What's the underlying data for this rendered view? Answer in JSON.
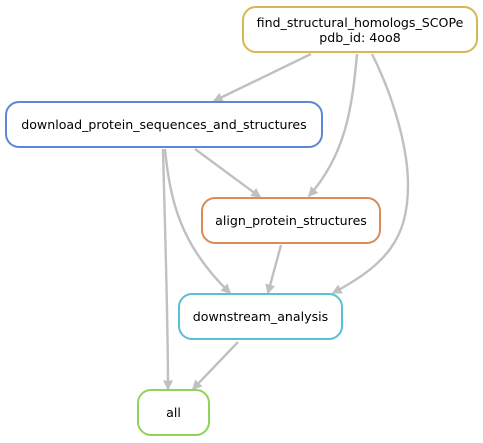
{
  "diagram": {
    "type": "directed-acyclic-graph",
    "edge_color": "#c0c0c0",
    "nodes": [
      {
        "id": "find_structural_homologs_SCOPe",
        "lines": [
          "find_structural_homologs_SCOPe",
          "pdb_id: 4oo8"
        ],
        "border_color": "#d8b653"
      },
      {
        "id": "download_protein_sequences_and_structures",
        "lines": [
          "download_protein_sequences_and_structures"
        ],
        "border_color": "#5b87d4"
      },
      {
        "id": "align_protein_structures",
        "lines": [
          "align_protein_structures"
        ],
        "border_color": "#d98c55"
      },
      {
        "id": "downstream_analysis",
        "lines": [
          "downstream_analysis"
        ],
        "border_color": "#57bfd6"
      },
      {
        "id": "all",
        "lines": [
          "all"
        ],
        "border_color": "#8ed45b"
      }
    ],
    "edges": [
      {
        "from": "find_structural_homologs_SCOPe",
        "to": "download_protein_sequences_and_structures"
      },
      {
        "from": "find_structural_homologs_SCOPe",
        "to": "align_protein_structures"
      },
      {
        "from": "find_structural_homologs_SCOPe",
        "to": "downstream_analysis"
      },
      {
        "from": "download_protein_sequences_and_structures",
        "to": "align_protein_structures"
      },
      {
        "from": "download_protein_sequences_and_structures",
        "to": "downstream_analysis"
      },
      {
        "from": "download_protein_sequences_and_structures",
        "to": "all"
      },
      {
        "from": "align_protein_structures",
        "to": "downstream_analysis"
      },
      {
        "from": "downstream_analysis",
        "to": "all"
      }
    ]
  }
}
